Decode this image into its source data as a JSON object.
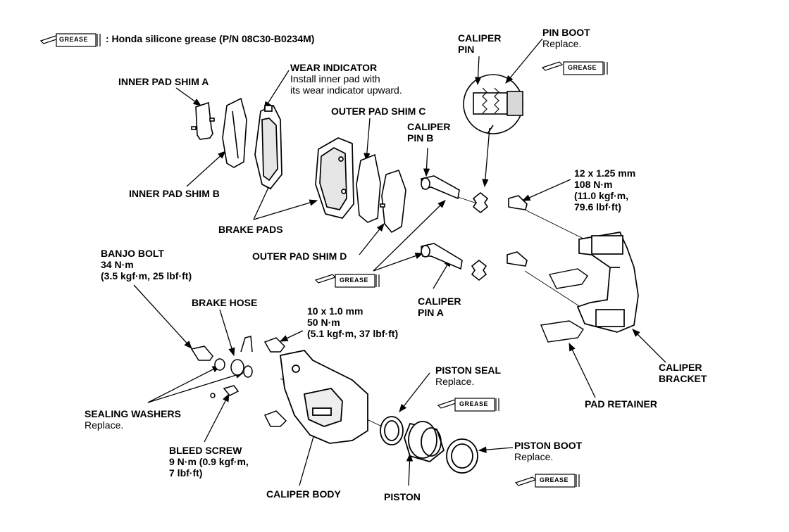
{
  "legend": {
    "icon_label": "GREASE",
    "text": ": Honda silicone grease (P/N 08C30-B0234M)"
  },
  "labels": {
    "caliper_pin": [
      "CALIPER",
      "PIN"
    ],
    "pin_boot": "PIN BOOT",
    "pin_boot_note": "Replace.",
    "wear_indicator": "WEAR INDICATOR",
    "wear_indicator_note": [
      "Install inner pad with",
      "its wear indicator upward."
    ],
    "inner_pad_shim_a": "INNER PAD SHIM A",
    "outer_pad_shim_c": "OUTER PAD SHIM C",
    "caliper_pin_b": [
      "CALIPER",
      "PIN B"
    ],
    "bolt_12": [
      "12 x 1.25 mm",
      "108 N·m",
      "(11.0 kgf·m,",
      "79.6 lbf·ft)"
    ],
    "inner_pad_shim_b": "INNER PAD SHIM B",
    "brake_pads": "BRAKE PADS",
    "banjo_bolt": "BANJO BOLT",
    "banjo_bolt_spec": [
      "34 N·m",
      "(3.5 kgf·m, 25 lbf·ft)"
    ],
    "outer_pad_shim_d": "OUTER PAD SHIM D",
    "brake_hose": "BRAKE HOSE",
    "bolt_10": [
      "10 x 1.0 mm",
      "50 N·m",
      "(5.1 kgf·m, 37 lbf·ft)"
    ],
    "caliper_pin_a": [
      "CALIPER",
      "PIN A"
    ],
    "piston_seal": "PISTON SEAL",
    "piston_seal_note": "Replace.",
    "caliper_bracket": [
      "CALIPER",
      "BRACKET"
    ],
    "sealing_washers": "SEALING WASHERS",
    "sealing_washers_note": "Replace.",
    "pad_retainer": "PAD RETAINER",
    "bleed_screw": "BLEED SCREW",
    "bleed_screw_spec": [
      "9 N·m (0.9 kgf·m,",
      "7 lbf·ft)"
    ],
    "piston_boot": "PISTON BOOT",
    "piston_boot_note": "Replace.",
    "caliper_body": "CALIPER BODY",
    "piston": "PISTON"
  }
}
